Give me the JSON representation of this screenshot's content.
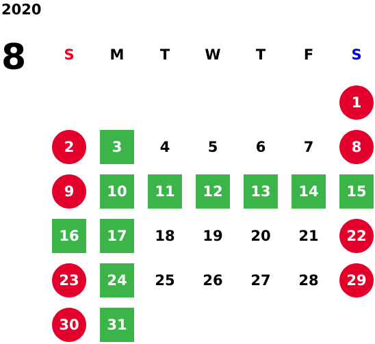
{
  "year": "2020",
  "month": "8",
  "colors": {
    "sunday": "#e8002a",
    "saturday": "#0000e0",
    "holiday": "#e3002b",
    "event": "#3bb54a",
    "text": "#000000"
  },
  "weekdays": [
    "S",
    "M",
    "T",
    "W",
    "T",
    "F",
    "S"
  ],
  "days": [
    {
      "n": "1",
      "col": 6,
      "row": 0,
      "type": "holiday"
    },
    {
      "n": "2",
      "col": 0,
      "row": 1,
      "type": "holiday"
    },
    {
      "n": "3",
      "col": 1,
      "row": 1,
      "type": "event"
    },
    {
      "n": "4",
      "col": 2,
      "row": 1,
      "type": "normal"
    },
    {
      "n": "5",
      "col": 3,
      "row": 1,
      "type": "normal"
    },
    {
      "n": "6",
      "col": 4,
      "row": 1,
      "type": "normal"
    },
    {
      "n": "7",
      "col": 5,
      "row": 1,
      "type": "normal"
    },
    {
      "n": "8",
      "col": 6,
      "row": 1,
      "type": "holiday"
    },
    {
      "n": "9",
      "col": 0,
      "row": 2,
      "type": "holiday"
    },
    {
      "n": "10",
      "col": 1,
      "row": 2,
      "type": "event"
    },
    {
      "n": "11",
      "col": 2,
      "row": 2,
      "type": "event"
    },
    {
      "n": "12",
      "col": 3,
      "row": 2,
      "type": "event"
    },
    {
      "n": "13",
      "col": 4,
      "row": 2,
      "type": "event"
    },
    {
      "n": "14",
      "col": 5,
      "row": 2,
      "type": "event"
    },
    {
      "n": "15",
      "col": 6,
      "row": 2,
      "type": "event"
    },
    {
      "n": "16",
      "col": 0,
      "row": 3,
      "type": "event"
    },
    {
      "n": "17",
      "col": 1,
      "row": 3,
      "type": "event"
    },
    {
      "n": "18",
      "col": 2,
      "row": 3,
      "type": "normal"
    },
    {
      "n": "19",
      "col": 3,
      "row": 3,
      "type": "normal"
    },
    {
      "n": "20",
      "col": 4,
      "row": 3,
      "type": "normal"
    },
    {
      "n": "21",
      "col": 5,
      "row": 3,
      "type": "normal"
    },
    {
      "n": "22",
      "col": 6,
      "row": 3,
      "type": "holiday"
    },
    {
      "n": "23",
      "col": 0,
      "row": 4,
      "type": "holiday"
    },
    {
      "n": "24",
      "col": 1,
      "row": 4,
      "type": "event"
    },
    {
      "n": "25",
      "col": 2,
      "row": 4,
      "type": "normal"
    },
    {
      "n": "26",
      "col": 3,
      "row": 4,
      "type": "normal"
    },
    {
      "n": "27",
      "col": 4,
      "row": 4,
      "type": "normal"
    },
    {
      "n": "28",
      "col": 5,
      "row": 4,
      "type": "normal"
    },
    {
      "n": "29",
      "col": 6,
      "row": 4,
      "type": "holiday"
    },
    {
      "n": "30",
      "col": 0,
      "row": 5,
      "type": "holiday"
    },
    {
      "n": "31",
      "col": 1,
      "row": 5,
      "type": "event"
    }
  ]
}
